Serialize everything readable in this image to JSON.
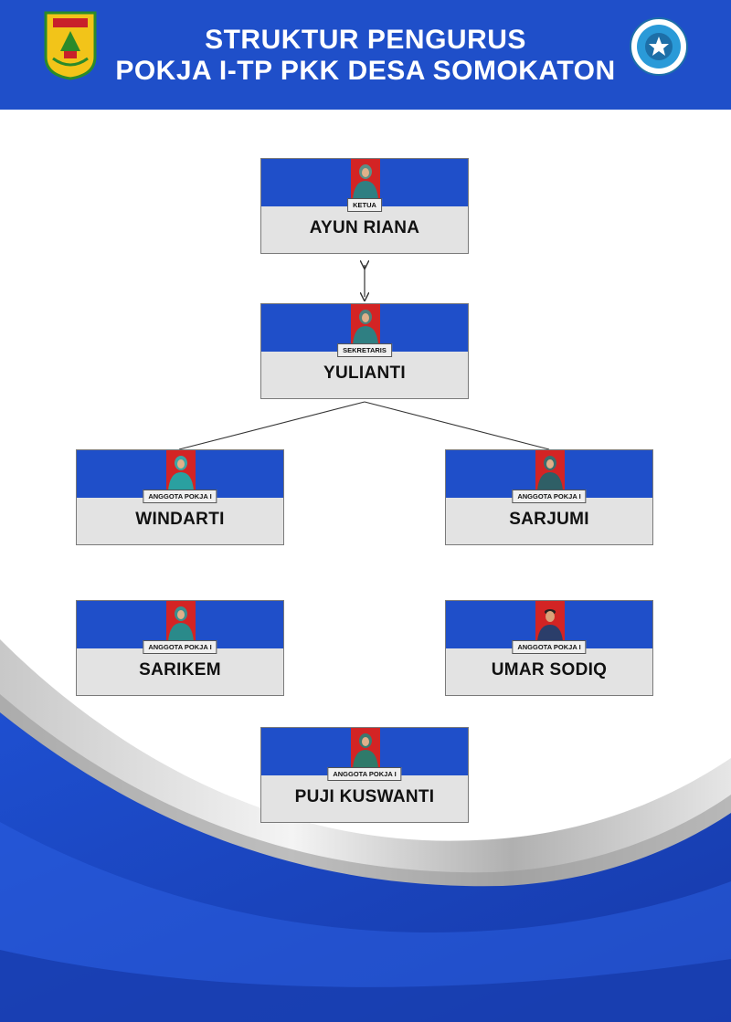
{
  "header": {
    "title_line1": "STRUKTUR PENGURUS",
    "title_line2": "POKJA I-TP PKK DESA SOMOKATON"
  },
  "colors": {
    "brand_blue": "#1f4fc9",
    "photo_red": "#d32424",
    "card_grey": "#e3e3e3"
  },
  "logos": {
    "left": "kabupaten-emblem-icon",
    "right": "pkk-emblem-icon"
  },
  "members": [
    {
      "role": "KETUA",
      "name": "AYUN RIANA"
    },
    {
      "role": "SEKRETARIS",
      "name": "YULIANTI"
    },
    {
      "role": "ANGGOTA POKJA I",
      "name": "WINDARTI"
    },
    {
      "role": "ANGGOTA POKJA I",
      "name": "SARJUMI"
    },
    {
      "role": "ANGGOTA POKJA I",
      "name": "SARIKEM"
    },
    {
      "role": "ANGGOTA POKJA I",
      "name": "UMAR SODIQ"
    },
    {
      "role": "ANGGOTA POKJA I",
      "name": "PUJI KUSWANTI"
    }
  ]
}
